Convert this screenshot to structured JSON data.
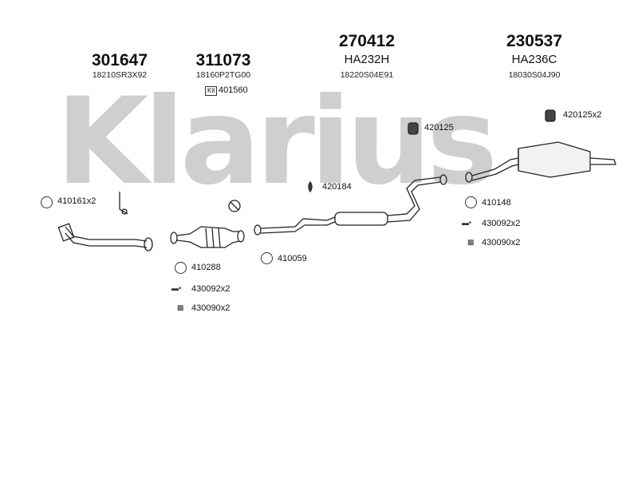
{
  "watermark": "Klarius",
  "groups": {
    "g1": {
      "part_number": "301647",
      "oem": "18210SR3X92"
    },
    "g2": {
      "part_number": "311073",
      "oem": "18160P2TG00",
      "kit_ref": "401560",
      "kit_badge": "Kit"
    },
    "g3": {
      "part_number": "270412",
      "sub": "HA232H",
      "oem": "18220S04E91"
    },
    "g4": {
      "part_number": "230537",
      "sub": "HA236C",
      "oem": "18030S04J90"
    }
  },
  "callouts": {
    "c410161": "410161x2",
    "c420184": "420184",
    "c420125": "420125",
    "c420125x2": "420125x2",
    "c410148": "410148",
    "c430092_r": "430092x2",
    "c430090_r": "430090x2",
    "c410288": "410288",
    "c410059": "410059",
    "c430092_l": "430092x2",
    "c430090_l": "430090x2"
  }
}
